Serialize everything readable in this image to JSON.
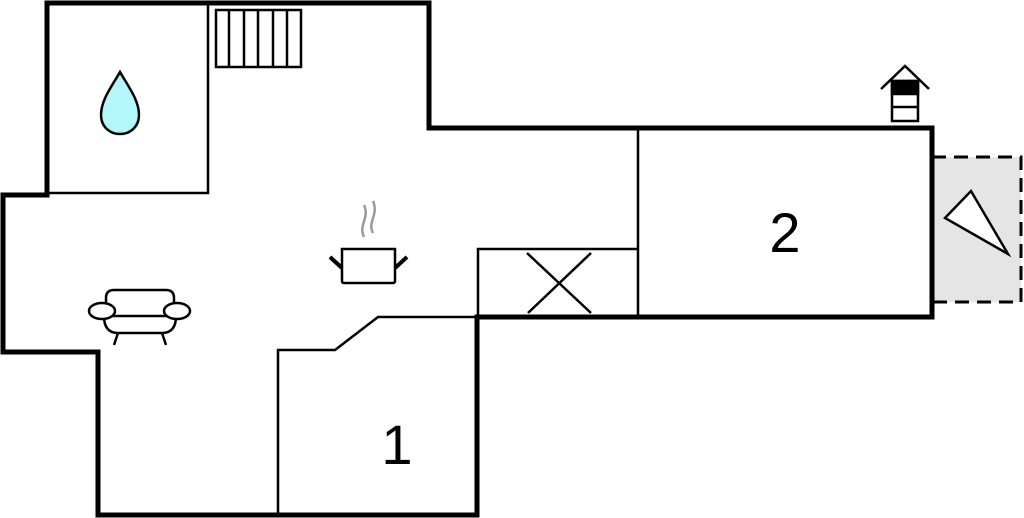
{
  "floorplan": {
    "rooms": [
      {
        "id": "bedroom-1",
        "label": "1"
      },
      {
        "id": "bedroom-2",
        "label": "2"
      }
    ],
    "icons": {
      "bathroom": "water-drop-icon",
      "stairs": "stairs-icon",
      "kitchen": "cooking-pot-icon",
      "living": "sofa-icon",
      "shaft": "crossed-box-icon",
      "entrance": "entrance-arrow-icon",
      "terrace": "terrace-triangle-icon"
    },
    "colors": {
      "wall": "#000000",
      "water": "#b3f7fb",
      "terrace_fill": "#e5e5e5",
      "steam": "#999999"
    }
  }
}
